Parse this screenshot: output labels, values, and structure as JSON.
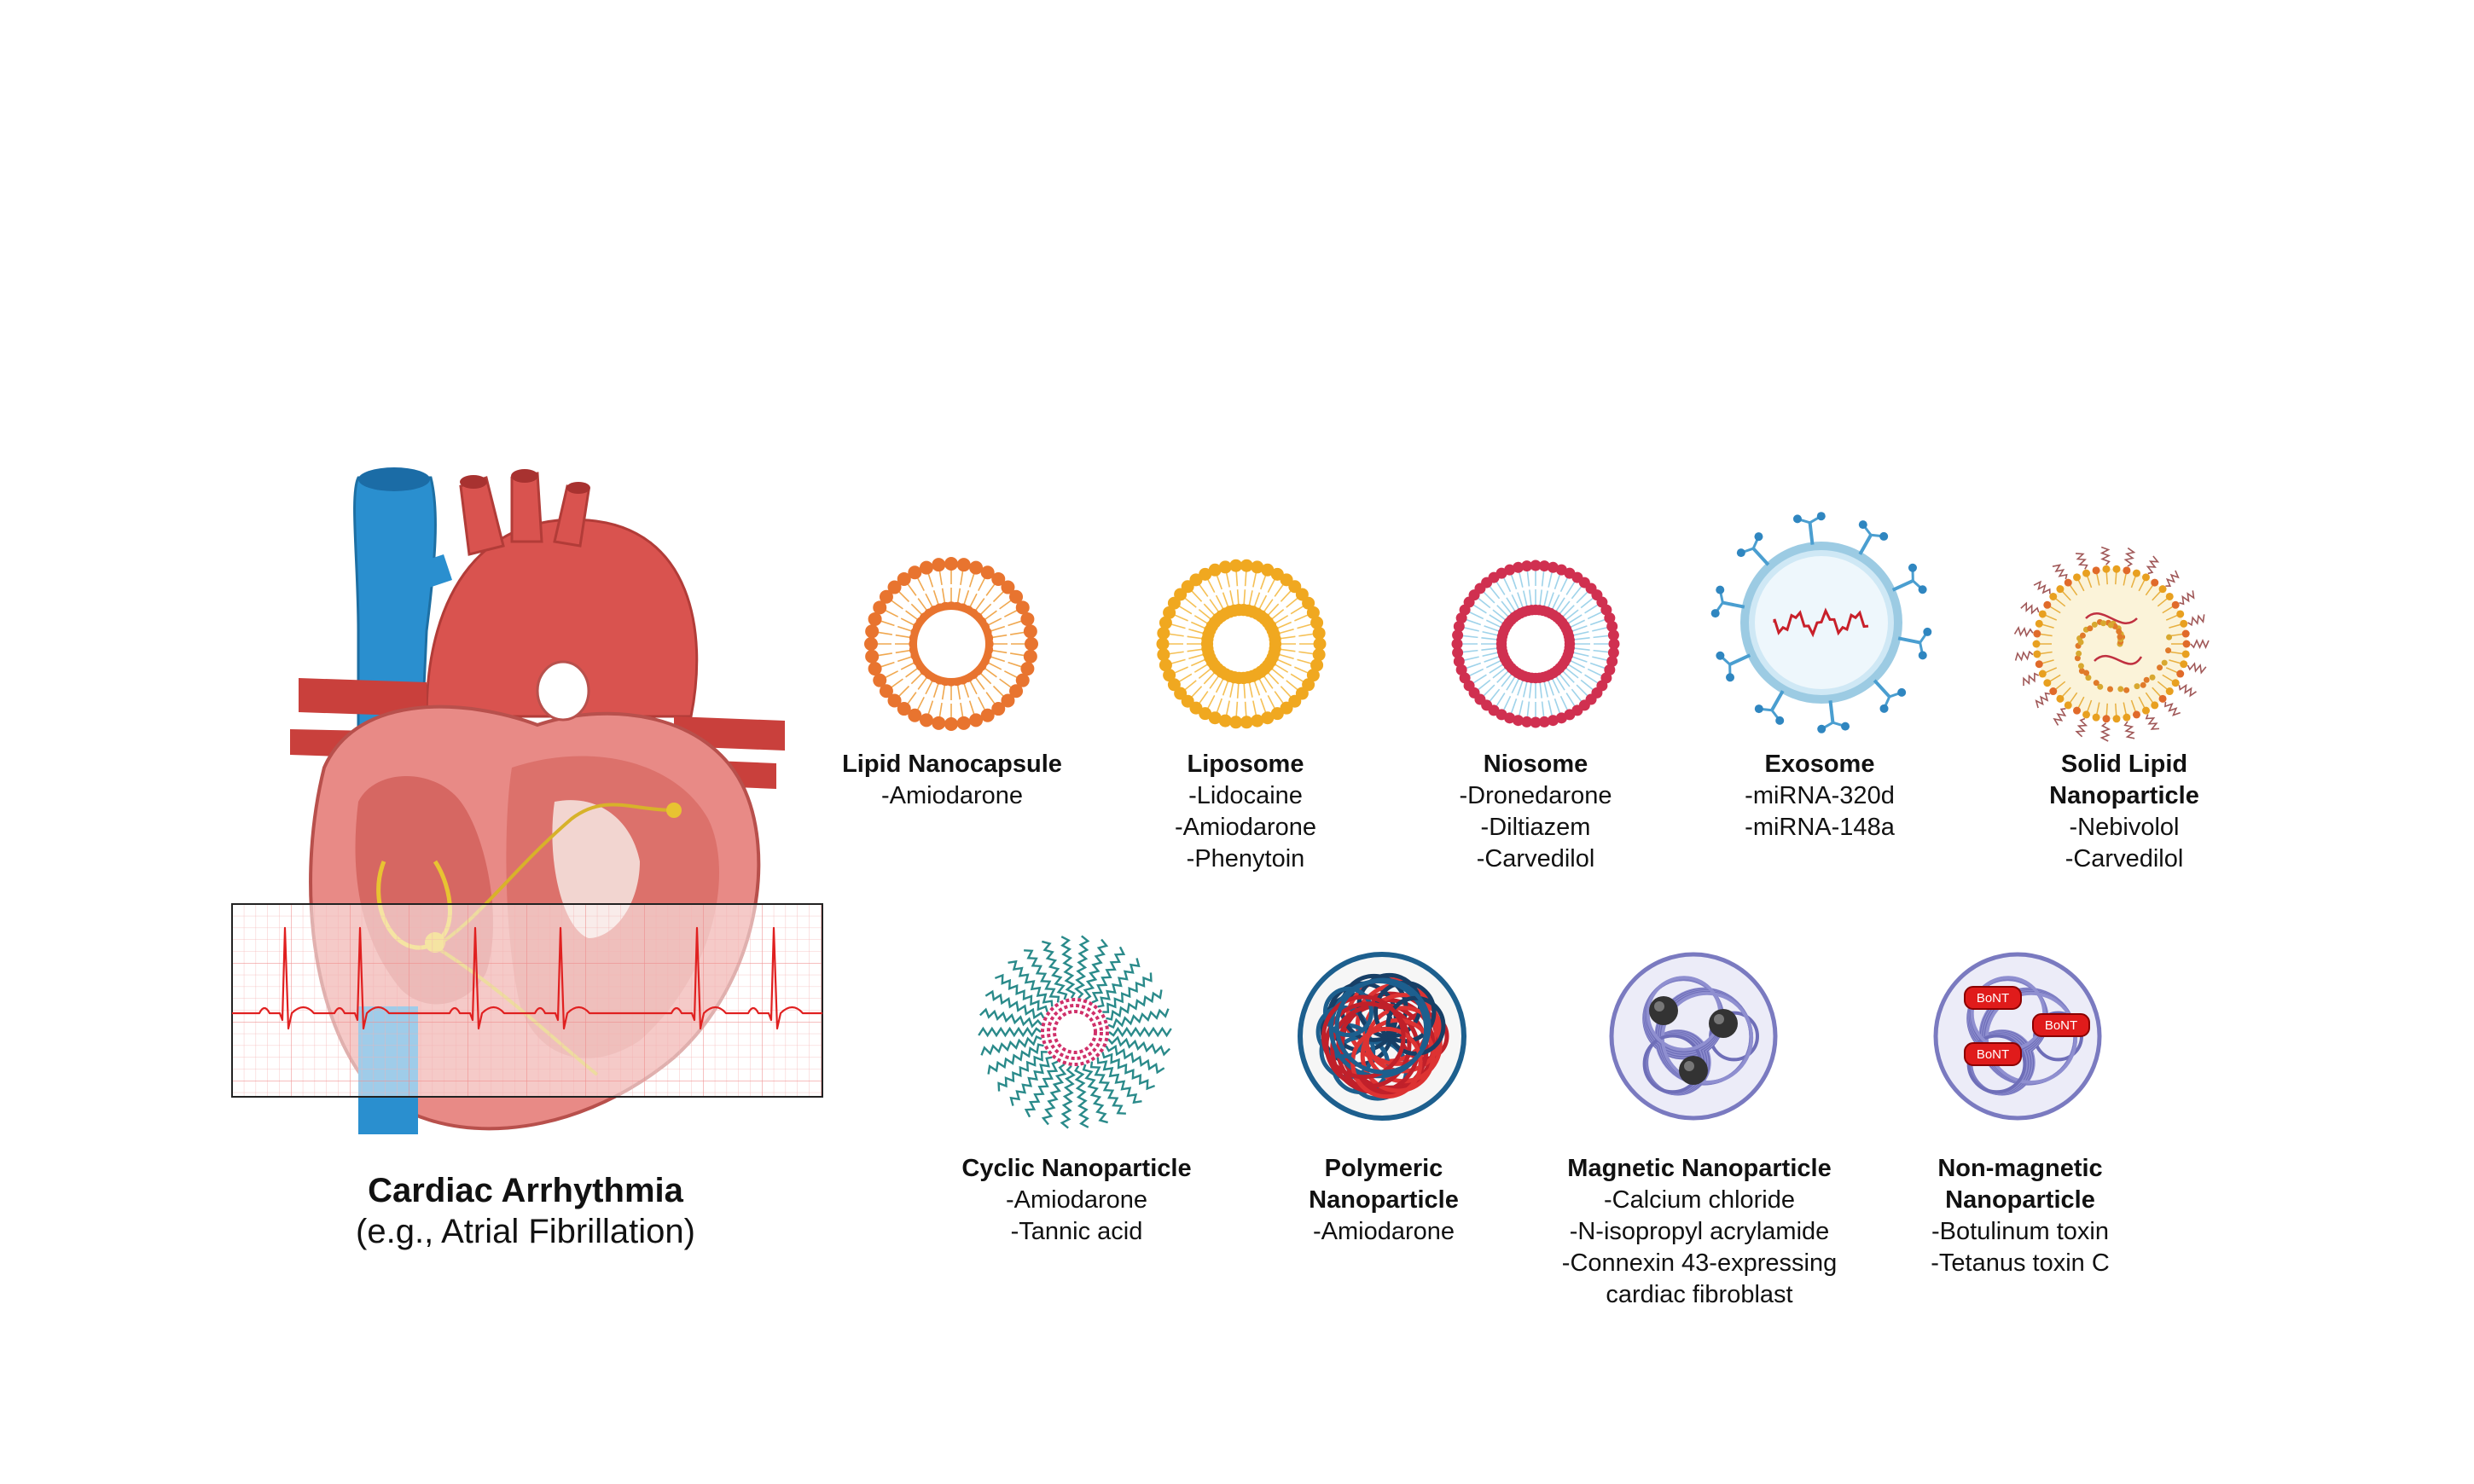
{
  "diagram": {
    "condition": {
      "title": "Cardiac Arrhythmia",
      "subtitle": "(e.g., Atrial Fibrillation)"
    },
    "nanocarriers": [
      {
        "id": "lipid-nanocapsule",
        "name": "Lipid Nanocapsule",
        "drugs": [
          "-Amiodarone"
        ]
      },
      {
        "id": "liposome",
        "name": "Liposome",
        "drugs": [
          "-Lidocaine",
          "-Amiodarone",
          "-Phenytoin"
        ]
      },
      {
        "id": "niosome",
        "name": "Niosome",
        "drugs": [
          "-Dronedarone",
          "-Diltiazem",
          "-Carvedilol"
        ]
      },
      {
        "id": "exosome",
        "name": "Exosome",
        "drugs": [
          "-miRNA-320d",
          "-miRNA-148a"
        ]
      },
      {
        "id": "solid-lipid-nanoparticle",
        "name": "Solid Lipid\nNanoparticle",
        "drugs": [
          "-Nebivolol",
          "-Carvedilol"
        ]
      },
      {
        "id": "cyclic-nanoparticle",
        "name": "Cyclic Nanoparticle",
        "drugs": [
          "-Amiodarone",
          "-Tannic acid"
        ]
      },
      {
        "id": "polymeric-nanoparticle",
        "name": "Polymeric\nNanoparticle",
        "drugs": [
          "-Amiodarone"
        ]
      },
      {
        "id": "magnetic-nanoparticle",
        "name": "Magnetic Nanoparticle",
        "drugs": [
          "-Calcium chloride",
          "-N-isopropyl acrylamide",
          "-Connexin 43-expressing",
          "cardiac fibroblast"
        ]
      },
      {
        "id": "non-magnetic-nanoparticle",
        "name": "Non-magnetic\nNanoparticle",
        "drugs": [
          "-Botulinum toxin",
          "-Tetanus toxin C"
        ],
        "particle_label": "BoNT"
      }
    ]
  },
  "colors": {
    "artery_red": "#d9534f",
    "vein_blue": "#2a8fcf",
    "ecg_trace": "#e02020",
    "lipid_orange": "#e8742f",
    "liposome_gold": "#f0a820",
    "niosome_red": "#d03050",
    "exosome_blue": "#5aaed8",
    "polymer_purple": "#8f8fd0",
    "bont_red": "#e01b1b"
  }
}
